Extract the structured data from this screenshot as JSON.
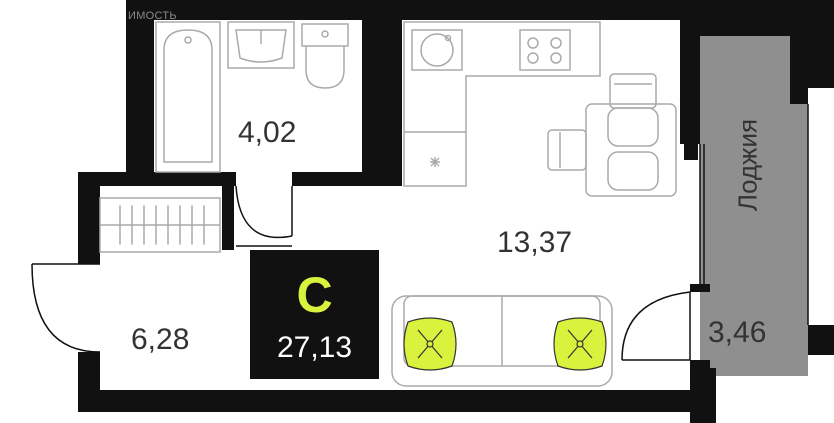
{
  "watermark": "ИМОСТЬ",
  "rooms": {
    "bathroom_area": "4,02",
    "living_area": "13,37",
    "hall_area": "6,28",
    "loggia_area": "3,46",
    "loggia_label": "Лоджия"
  },
  "badge": {
    "letter": "С",
    "total_area": "27,13"
  },
  "colors": {
    "wall": "#111111",
    "loggia_fill": "#8f8f8f",
    "accent": "#d9f23e",
    "furniture_stroke": "#aaaaaa",
    "text": "#333333"
  }
}
